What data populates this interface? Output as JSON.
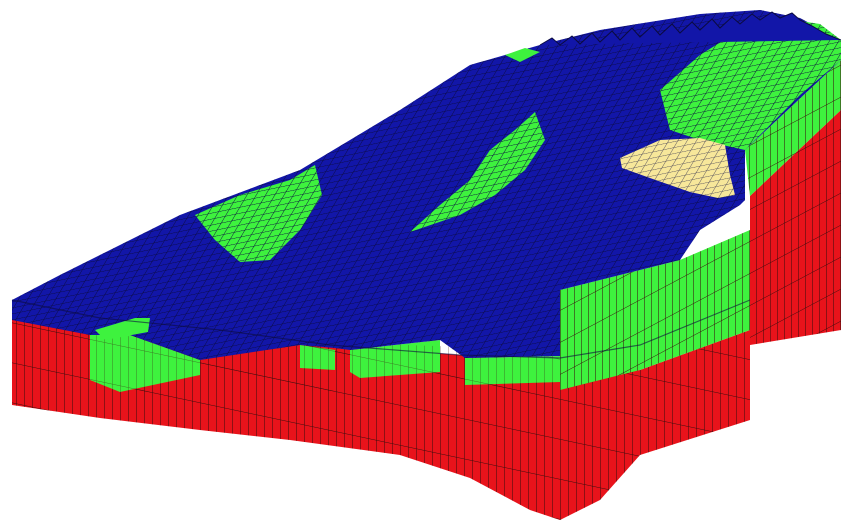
{
  "model": {
    "layers": [
      {
        "name": "red-layer",
        "color": "#e8131b"
      },
      {
        "name": "green-layer",
        "color": "#3ef23e"
      },
      {
        "name": "blue-layer",
        "color": "#1216a8"
      },
      {
        "name": "tan-layer",
        "color": "#f7e79a"
      }
    ],
    "grid_line_color": "#3a0d0d"
  }
}
